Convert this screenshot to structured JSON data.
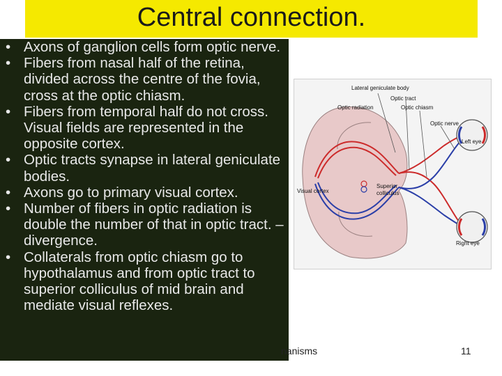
{
  "slide": {
    "title": "Central connection.",
    "bullet_symbol": "•",
    "bullets": [
      "Axons of ganglion cells form optic nerve.",
      "Fibers from nasal half of the retina, divided across the centre of the fovia, cross at the optic chiasm.",
      "Fibers from temporal half do not cross.  Visual fields are represented in the opposite cortex.",
      "Optic tracts synapse in lateral geniculate bodies.",
      "Axons go to primary visual cortex.",
      "Number of fibers in optic radiation is double the number of that in optic tract. – divergence.",
      "Collaterals from optic chiasm go to hypothalamus and from optic tract to superior colliculus of mid brain and mediate visual reflexes."
    ],
    "footer_text": "nanisms",
    "page_number": "11"
  },
  "figure_labels": {
    "lgb": "Lateral geniculate body",
    "optic_radiation": "Optic radiation",
    "optic_tract": "Optic tract",
    "optic_chiasm": "Optic chiasm",
    "optic_nerve": "Optic nerve",
    "left_eye": "Left eye",
    "visual_cortex": "Visual cortex",
    "superior_colliculus_1": "Superior",
    "superior_colliculus_2": "colliculus",
    "right_eye": "Right eye"
  },
  "colors": {
    "title_bar": "#f5e900",
    "text_panel": "#1a2410",
    "nasal_fibers": "#cc2b2b",
    "temporal_fibers": "#2b3fa8",
    "brain": "#e8c9c9"
  }
}
